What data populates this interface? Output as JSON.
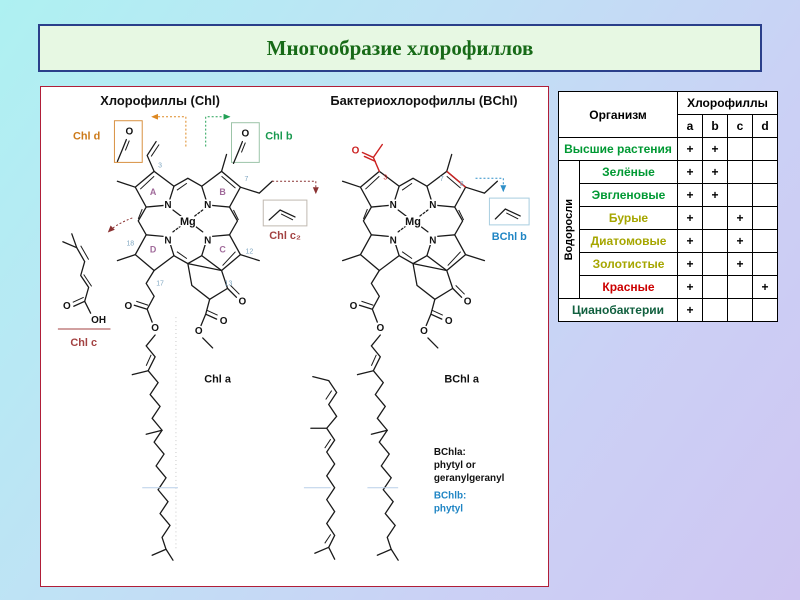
{
  "slide": {
    "title": "Многообразие хлорофиллов"
  },
  "panel": {
    "left_heading": "Хлорофиллы (Chl)",
    "right_heading": "Бактериохлорофиллы (BChl)",
    "labels": {
      "chl_d": "Chl d",
      "chl_b": "Chl b",
      "chl_c2": "Chl c₂",
      "chl_c": "Chl c",
      "chl_a": "Chl a",
      "bchl_b": "BChl b",
      "bchl_a": "BChl a"
    },
    "atoms": {
      "mg": "Mg",
      "n": "N",
      "o": "O",
      "oh": "OH"
    },
    "ring_letters": {
      "a": "A",
      "b": "B",
      "c": "C",
      "d": "D"
    },
    "positions": {
      "p3": "3",
      "p7": "7",
      "p12": "12",
      "p13": "13",
      "p17": "17",
      "p18": "18",
      "b3": "3",
      "b7": "7",
      "b8": "8"
    },
    "notes": {
      "bchla_title": "BChla:",
      "bchla_line2": "phytyl or",
      "bchla_line3": "geranylgeranyl",
      "bchlb_title": "BChlb:",
      "bchlb_line2": "phytyl"
    }
  },
  "table": {
    "organism_header": "Организм",
    "group_header": "Хлорофиллы",
    "columns": [
      "a",
      "b",
      "c",
      "d"
    ],
    "algae_label": "Водоросли",
    "rows": [
      {
        "name": "Высшие растения",
        "color": "#009933",
        "marks": [
          "+",
          "+",
          "",
          ""
        ]
      },
      {
        "name": "Зелёные",
        "color": "#009933",
        "marks": [
          "+",
          "+",
          "",
          ""
        ]
      },
      {
        "name": "Эвгленовые",
        "color": "#009933",
        "marks": [
          "+",
          "+",
          "",
          ""
        ]
      },
      {
        "name": "Бурые",
        "color": "#a6a600",
        "marks": [
          "+",
          "",
          "+",
          ""
        ]
      },
      {
        "name": "Диатомовые",
        "color": "#a6a600",
        "marks": [
          "+",
          "",
          "+",
          ""
        ]
      },
      {
        "name": "Золотистые",
        "color": "#a6a600",
        "marks": [
          "+",
          "",
          "+",
          ""
        ]
      },
      {
        "name": "Красные",
        "color": "#cc0000",
        "marks": [
          "+",
          "",
          "",
          "+"
        ]
      },
      {
        "name": "Цианобактерии",
        "color": "#11603f",
        "marks": [
          "+",
          "",
          "",
          ""
        ]
      }
    ]
  },
  "colors": {
    "slide_bg_top_left": "#aef1f2",
    "slide_bg_bottom_right": "#cfc6f2",
    "title_text": "#176a17",
    "title_box_bg": "#e7f8e3",
    "title_box_border": "#2a3f8a",
    "panel_border": "#b01e38",
    "chl_d_label": "#cc7a1a",
    "chl_b_label": "#1a9a50",
    "chl_c_label": "#a34242",
    "bchl_b_label": "#1f85c4",
    "acetyl_red": "#cc2222",
    "position_numbers": "#7fa6c0",
    "ring_letters": "#a06a9a"
  }
}
